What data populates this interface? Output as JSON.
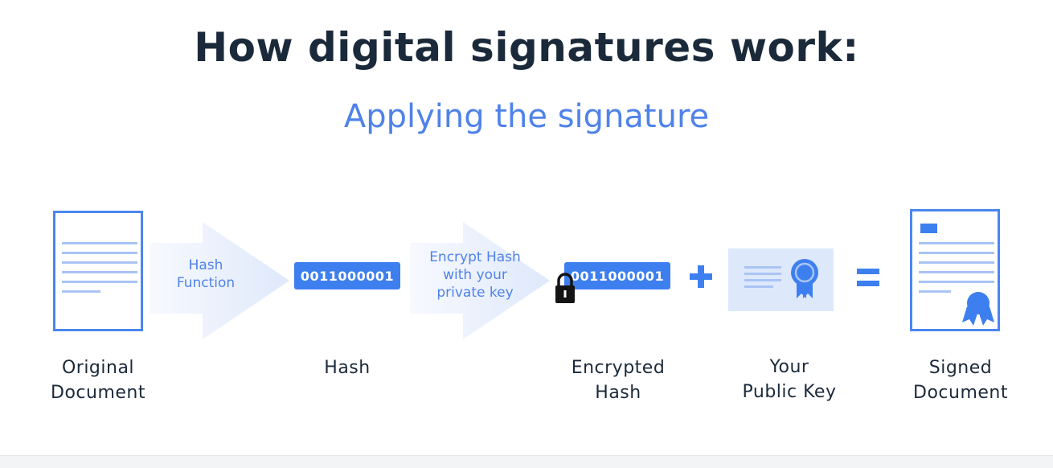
{
  "title": "How digital signatures work:",
  "subtitle": "Applying the signature",
  "arrows": {
    "hash_function": [
      "Hash",
      "Function"
    ],
    "encrypt": [
      "Encrypt Hash",
      "with your",
      "private key"
    ]
  },
  "hash_value": "0011000001",
  "encrypted_hash_value": "0011000001",
  "labels": {
    "original_document": [
      "Original",
      "Document"
    ],
    "hash": [
      "Hash"
    ],
    "encrypted_hash": [
      "Encrypted",
      "Hash"
    ],
    "public_key": [
      "Your",
      "Public Key"
    ],
    "signed_document": [
      "Signed",
      "Document"
    ]
  },
  "colors": {
    "title": "#1b2a3a",
    "accent": "#4f82ea",
    "box": "#3e7ff0",
    "arrow_fill": "#eaf1fd",
    "card_bg": "#dde8fb"
  }
}
